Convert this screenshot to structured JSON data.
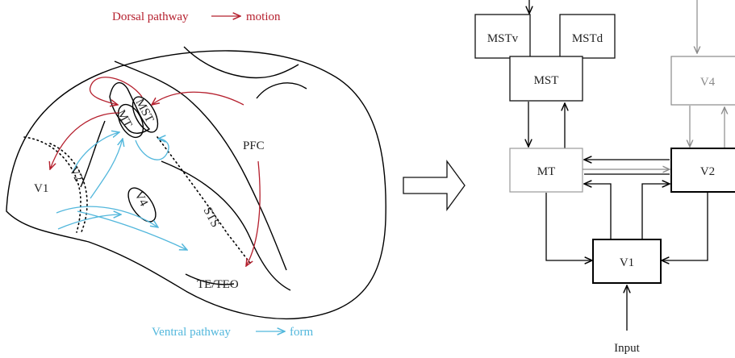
{
  "colors": {
    "dorsal": "#b5202e",
    "ventral": "#52b7dc",
    "gray_box": "#8a8a8a"
  },
  "legend": {
    "dorsal_label": "Dorsal pathway",
    "dorsal_target": "motion",
    "ventral_label": "Ventral pathway",
    "ventral_target": "form"
  },
  "brain_labels": {
    "mst": "MST",
    "mt": "MT",
    "pfc": "PFC",
    "v1": "V1",
    "v2": "V2",
    "v4": "V4",
    "sts": "STS",
    "te_teo": "TE/TEO"
  },
  "model_nodes": {
    "mstv": "MSTv",
    "mstd": "MSTd",
    "mst": "MST",
    "v4": "V4",
    "mt": "MT",
    "v2": "V2",
    "v1": "V1",
    "input": "Input"
  }
}
